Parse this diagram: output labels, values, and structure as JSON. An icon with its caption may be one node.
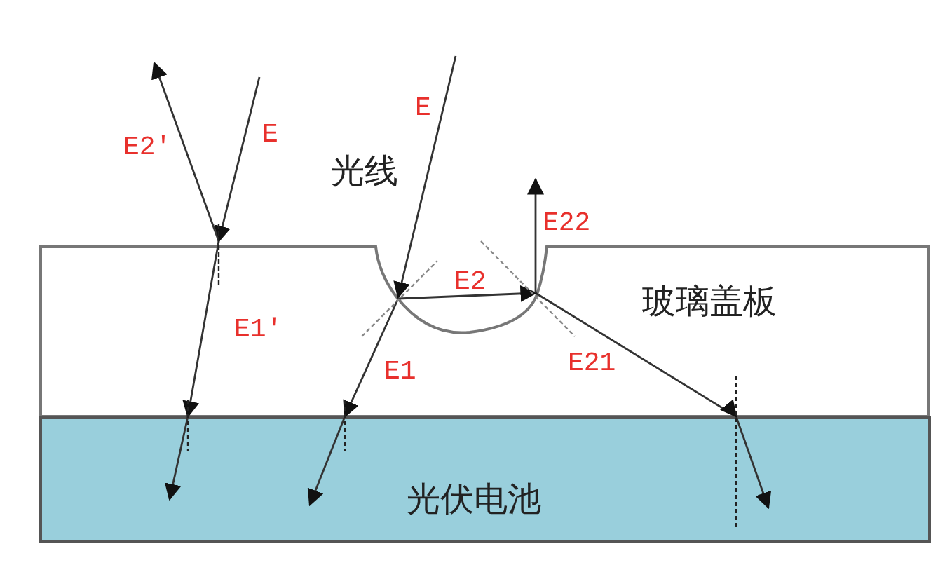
{
  "diagram": {
    "nodes": [
      {
        "text": [
          "玻璃盖板"
        ]
      },
      {
        "text": [
          "光伏电池"
        ]
      }
    ],
    "edges": [
      {
        "from": 0,
        "to": 1,
        "arrow": "to"
      },
      {
        "from": 0,
        "to": 1,
        "arrow": "to"
      },
      {
        "from": 0,
        "to": 1,
        "arrow": "to"
      }
    ],
    "labels": [
      "E",
      "E2'",
      "E",
      "光线",
      "E22",
      "E2",
      "E1'",
      "E1",
      "E21"
    ]
  }
}
